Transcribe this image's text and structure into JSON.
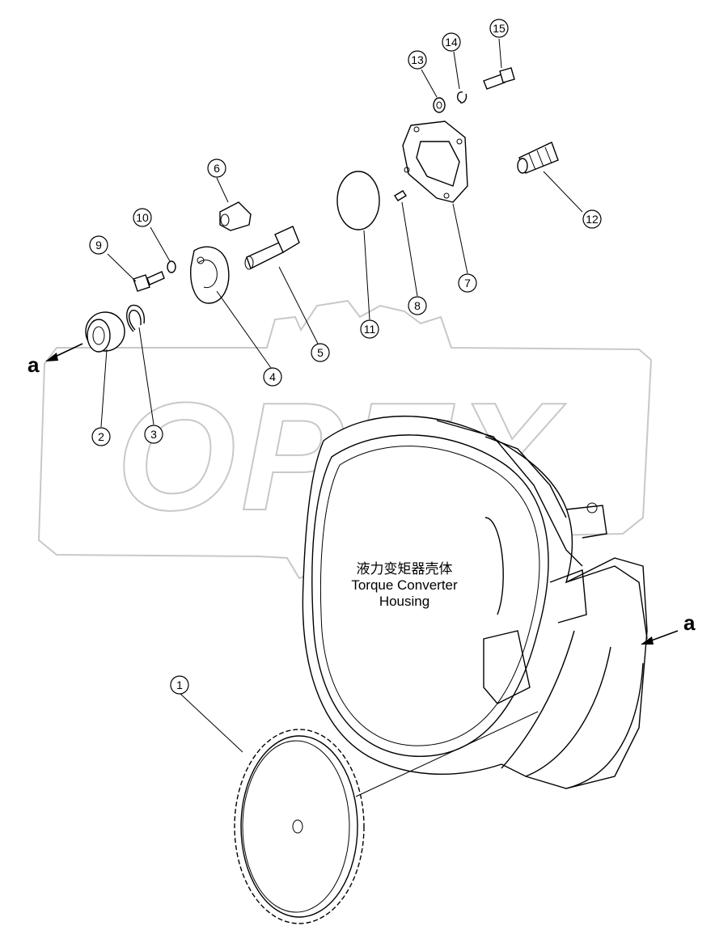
{
  "callouts": [
    "1",
    "2",
    "3",
    "4",
    "5",
    "6",
    "7",
    "8",
    "9",
    "10",
    "11",
    "12",
    "13",
    "14",
    "15"
  ],
  "housing": {
    "label_cn": "液力变矩器壳体",
    "label_en_line1": "Torque Converter",
    "label_en_line2": "Housing"
  },
  "arrows": {
    "left": "a",
    "right": "a"
  },
  "watermark": "OPEX"
}
